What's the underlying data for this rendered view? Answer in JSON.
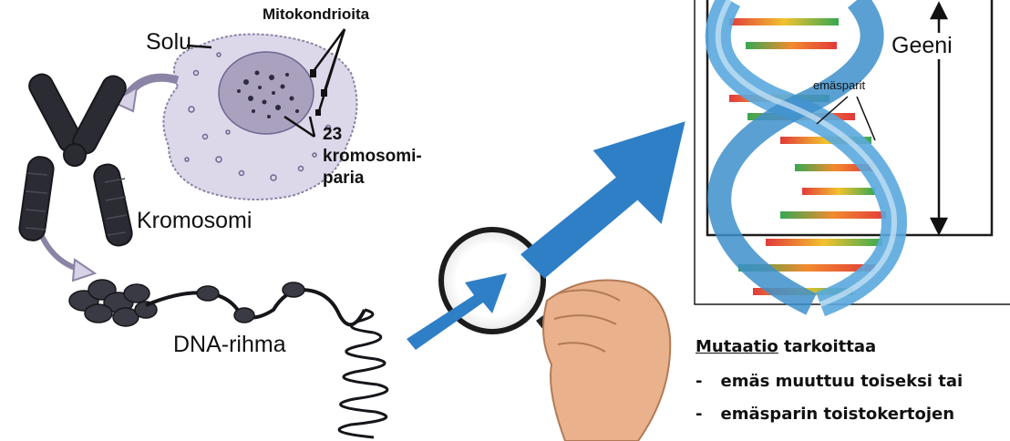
{
  "labels": {
    "cell": "Solu",
    "mitochondria": "Mitokondrioita",
    "pairs_line1": "23",
    "pairs_line2": "kromosomi-",
    "pairs_line3": "paria",
    "chromosome": "Kromosomi",
    "dna_strand": "DNA-rihma",
    "gene": "Geeni",
    "base_pairs": "emäsparit"
  },
  "mutation": {
    "title_underlined": "Mutaatio",
    "title_rest": " tarkoittaa",
    "items": [
      "emäs muuttuu toiseksi tai",
      "emäsparin toistokertojen"
    ],
    "bullet": "-"
  },
  "colors": {
    "helix_blue": "#5aa8de",
    "arrow_blue": "#2f7fc7",
    "cell_fill": "#ddd7ea",
    "nucleus_fill": "#a9a1bd",
    "chromosome": "#2b2b33"
  }
}
